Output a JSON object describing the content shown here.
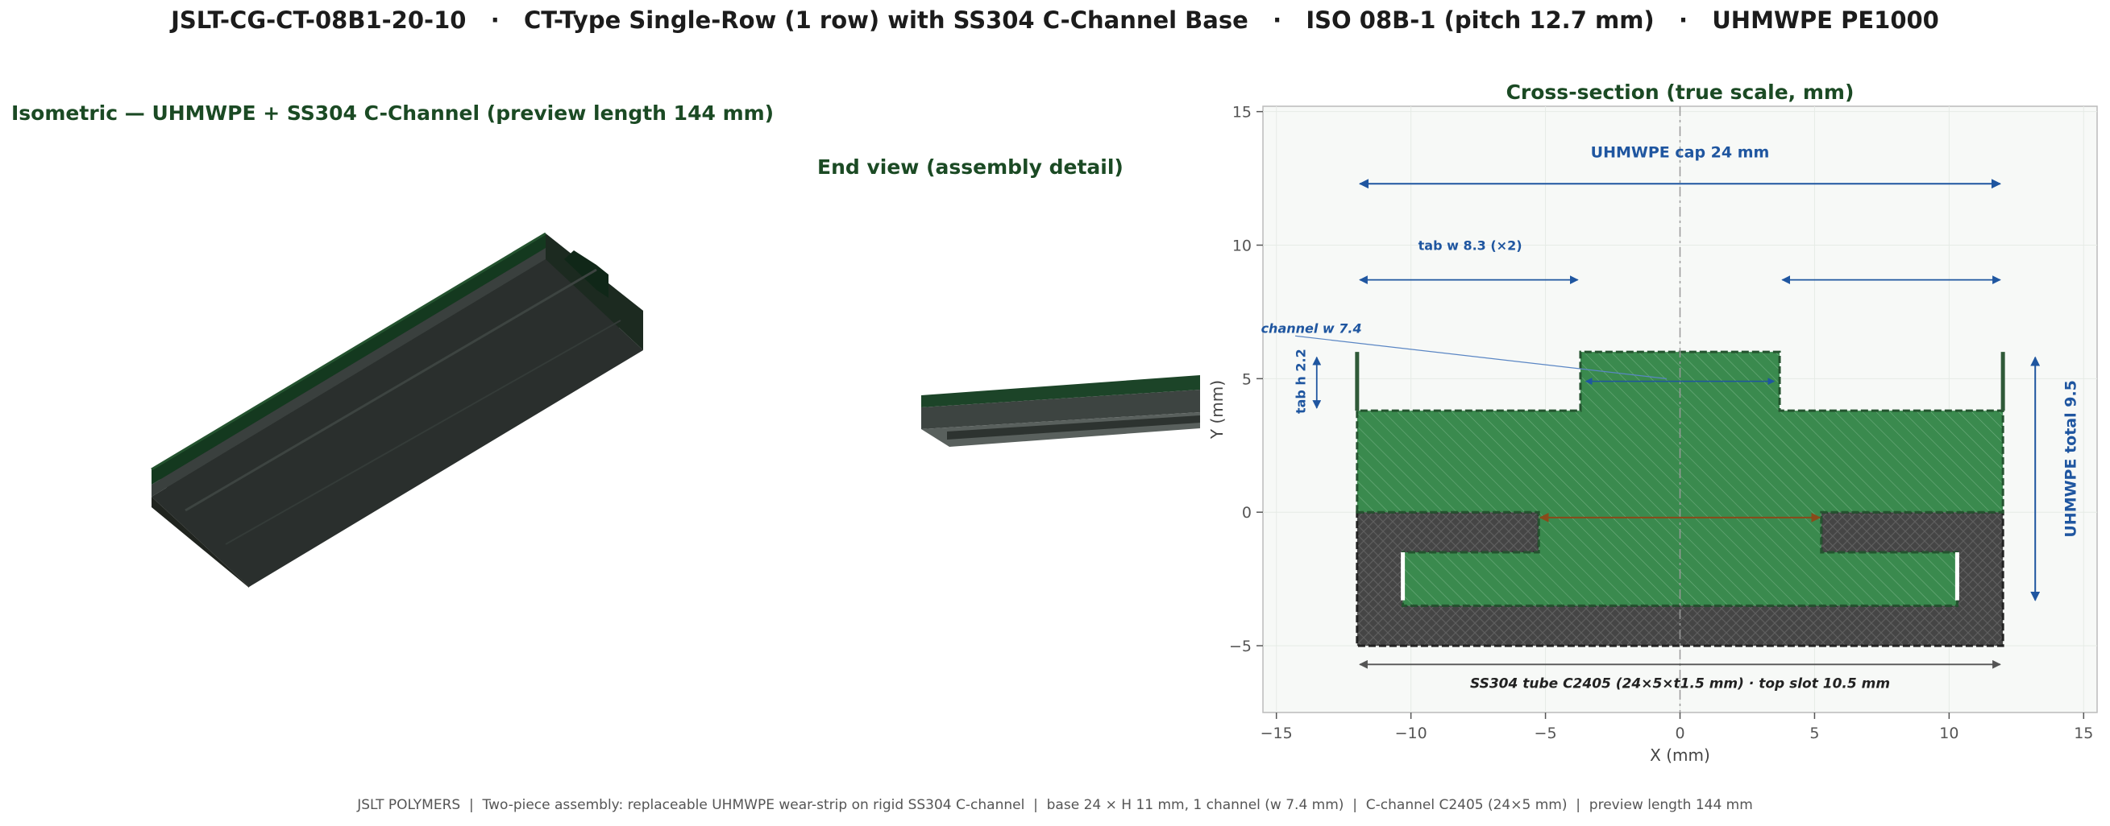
{
  "title": "JSLT-CG-CT-08B1-20-10   ·   CT-Type Single-Row (1 row) with SS304 C-Channel Base   ·   ISO 08B-1 (pitch 12.7 mm)   ·   UHMWPE PE1000",
  "footer": "JSLT POLYMERS  |  Two-piece assembly: replaceable UHMWPE wear-strip on rigid SS304 C-channel  |  base 24 × H 11 mm, 1 channel (w 7.4 mm)  |  C-channel C2405 (24×5 mm)  |  preview length 144 mm",
  "colors": {
    "accent_green": "#1b4a24",
    "uhmwpe": "#3a8a4e",
    "steel": "#454545",
    "dimension_blue": "#1f56a0",
    "axis_bg": "#f7f9f7"
  },
  "panels": {
    "isometric": {
      "title": "Isometric — UHMWPE + SS304 C-Channel  (preview length 144 mm)"
    },
    "end_view": {
      "title": "End view (assembly detail)"
    },
    "cross_section": {
      "title": "Cross-section (true scale, mm)"
    }
  },
  "chart_data": {
    "type": "diagram",
    "title": "Cross-section (true scale, mm)",
    "xlabel": "X  (mm)",
    "ylabel": "Y  (mm)",
    "xlim": [
      -15.5,
      15.5
    ],
    "ylim": [
      -7.5,
      15.2
    ],
    "xticks": [
      -15,
      -10,
      -5,
      0,
      5,
      10,
      15
    ],
    "yticks": [
      -5,
      0,
      5,
      10,
      15
    ],
    "grid": true,
    "centerline_x": 0,
    "uhmwpe_cap": {
      "polygon": [
        [
          -12,
          0
        ],
        [
          -12,
          3.8
        ],
        [
          -3.7,
          3.8
        ],
        [
          -3.7,
          6
        ],
        [
          3.7,
          6
        ],
        [
          3.7,
          3.8
        ],
        [
          12,
          3.8
        ],
        [
          12,
          0
        ],
        [
          5.25,
          0
        ],
        [
          5.25,
          -1.5
        ],
        [
          10.3,
          -1.5
        ],
        [
          10.3,
          -3.5
        ],
        [
          -10.3,
          -3.5
        ],
        [
          -10.3,
          -1.5
        ],
        [
          -5.25,
          -1.5
        ],
        [
          -5.25,
          0
        ]
      ]
    },
    "steel_channel": {
      "polygon": [
        [
          -12,
          0
        ],
        [
          -5.25,
          0
        ],
        [
          -5.25,
          -1.5
        ],
        [
          -10.3,
          -1.5
        ],
        [
          -10.3,
          -3.5
        ],
        [
          10.3,
          -3.5
        ],
        [
          10.3,
          -1.5
        ],
        [
          5.25,
          -1.5
        ],
        [
          5.25,
          0
        ],
        [
          12,
          0
        ],
        [
          12,
          -5
        ],
        [
          -12,
          -5
        ]
      ]
    },
    "steel_flanges": [
      [
        -12,
        3.8,
        -12,
        6
      ],
      [
        12,
        3.8,
        12,
        6
      ]
    ],
    "white_gaps": [
      [
        -10.3,
        -1.5,
        -10.3,
        -3.3
      ],
      [
        10.3,
        -1.5,
        10.3,
        -3.3
      ]
    ],
    "annotations": [
      {
        "text": "UHMWPE cap 24 mm",
        "x": 0,
        "y": 13.5,
        "arrow": [
          -11.9,
          12.3,
          11.9,
          12.3
        ]
      },
      {
        "text": "tab w 8.3 (×2)",
        "x": -7.8,
        "y": 10,
        "arrow": [
          -11.9,
          8.7,
          -3.8,
          8.7
        ],
        "arrow2": [
          3.8,
          8.7,
          11.9,
          8.7
        ]
      },
      {
        "text": "channel w 7.4",
        "x": -13.7,
        "y": 6.9,
        "arrow": [
          -3.5,
          4.9,
          3.5,
          4.9
        ],
        "leader": [
          -14.3,
          6.6,
          -0.5,
          5.0
        ]
      },
      {
        "text": "tab h 2.2",
        "x": -14.1,
        "y": 4.9,
        "arrow": [
          -13.5,
          5.8,
          -13.5,
          3.9
        ]
      },
      {
        "text": "UHMWPE total 9.5",
        "x": 14.5,
        "y": 2.0,
        "arrow": [
          13.2,
          5.8,
          13.2,
          -3.3
        ]
      },
      {
        "text": "SS304 tube C2405  (24×5×t1.5 mm)  ·  top slot 10.5 mm",
        "x": 0,
        "y": -6.4,
        "arrow": [
          -11.9,
          -5.7,
          11.9,
          -5.7
        ]
      }
    ],
    "slot_arrow": [
      -5.2,
      -0.2,
      5.2,
      -0.2
    ]
  }
}
